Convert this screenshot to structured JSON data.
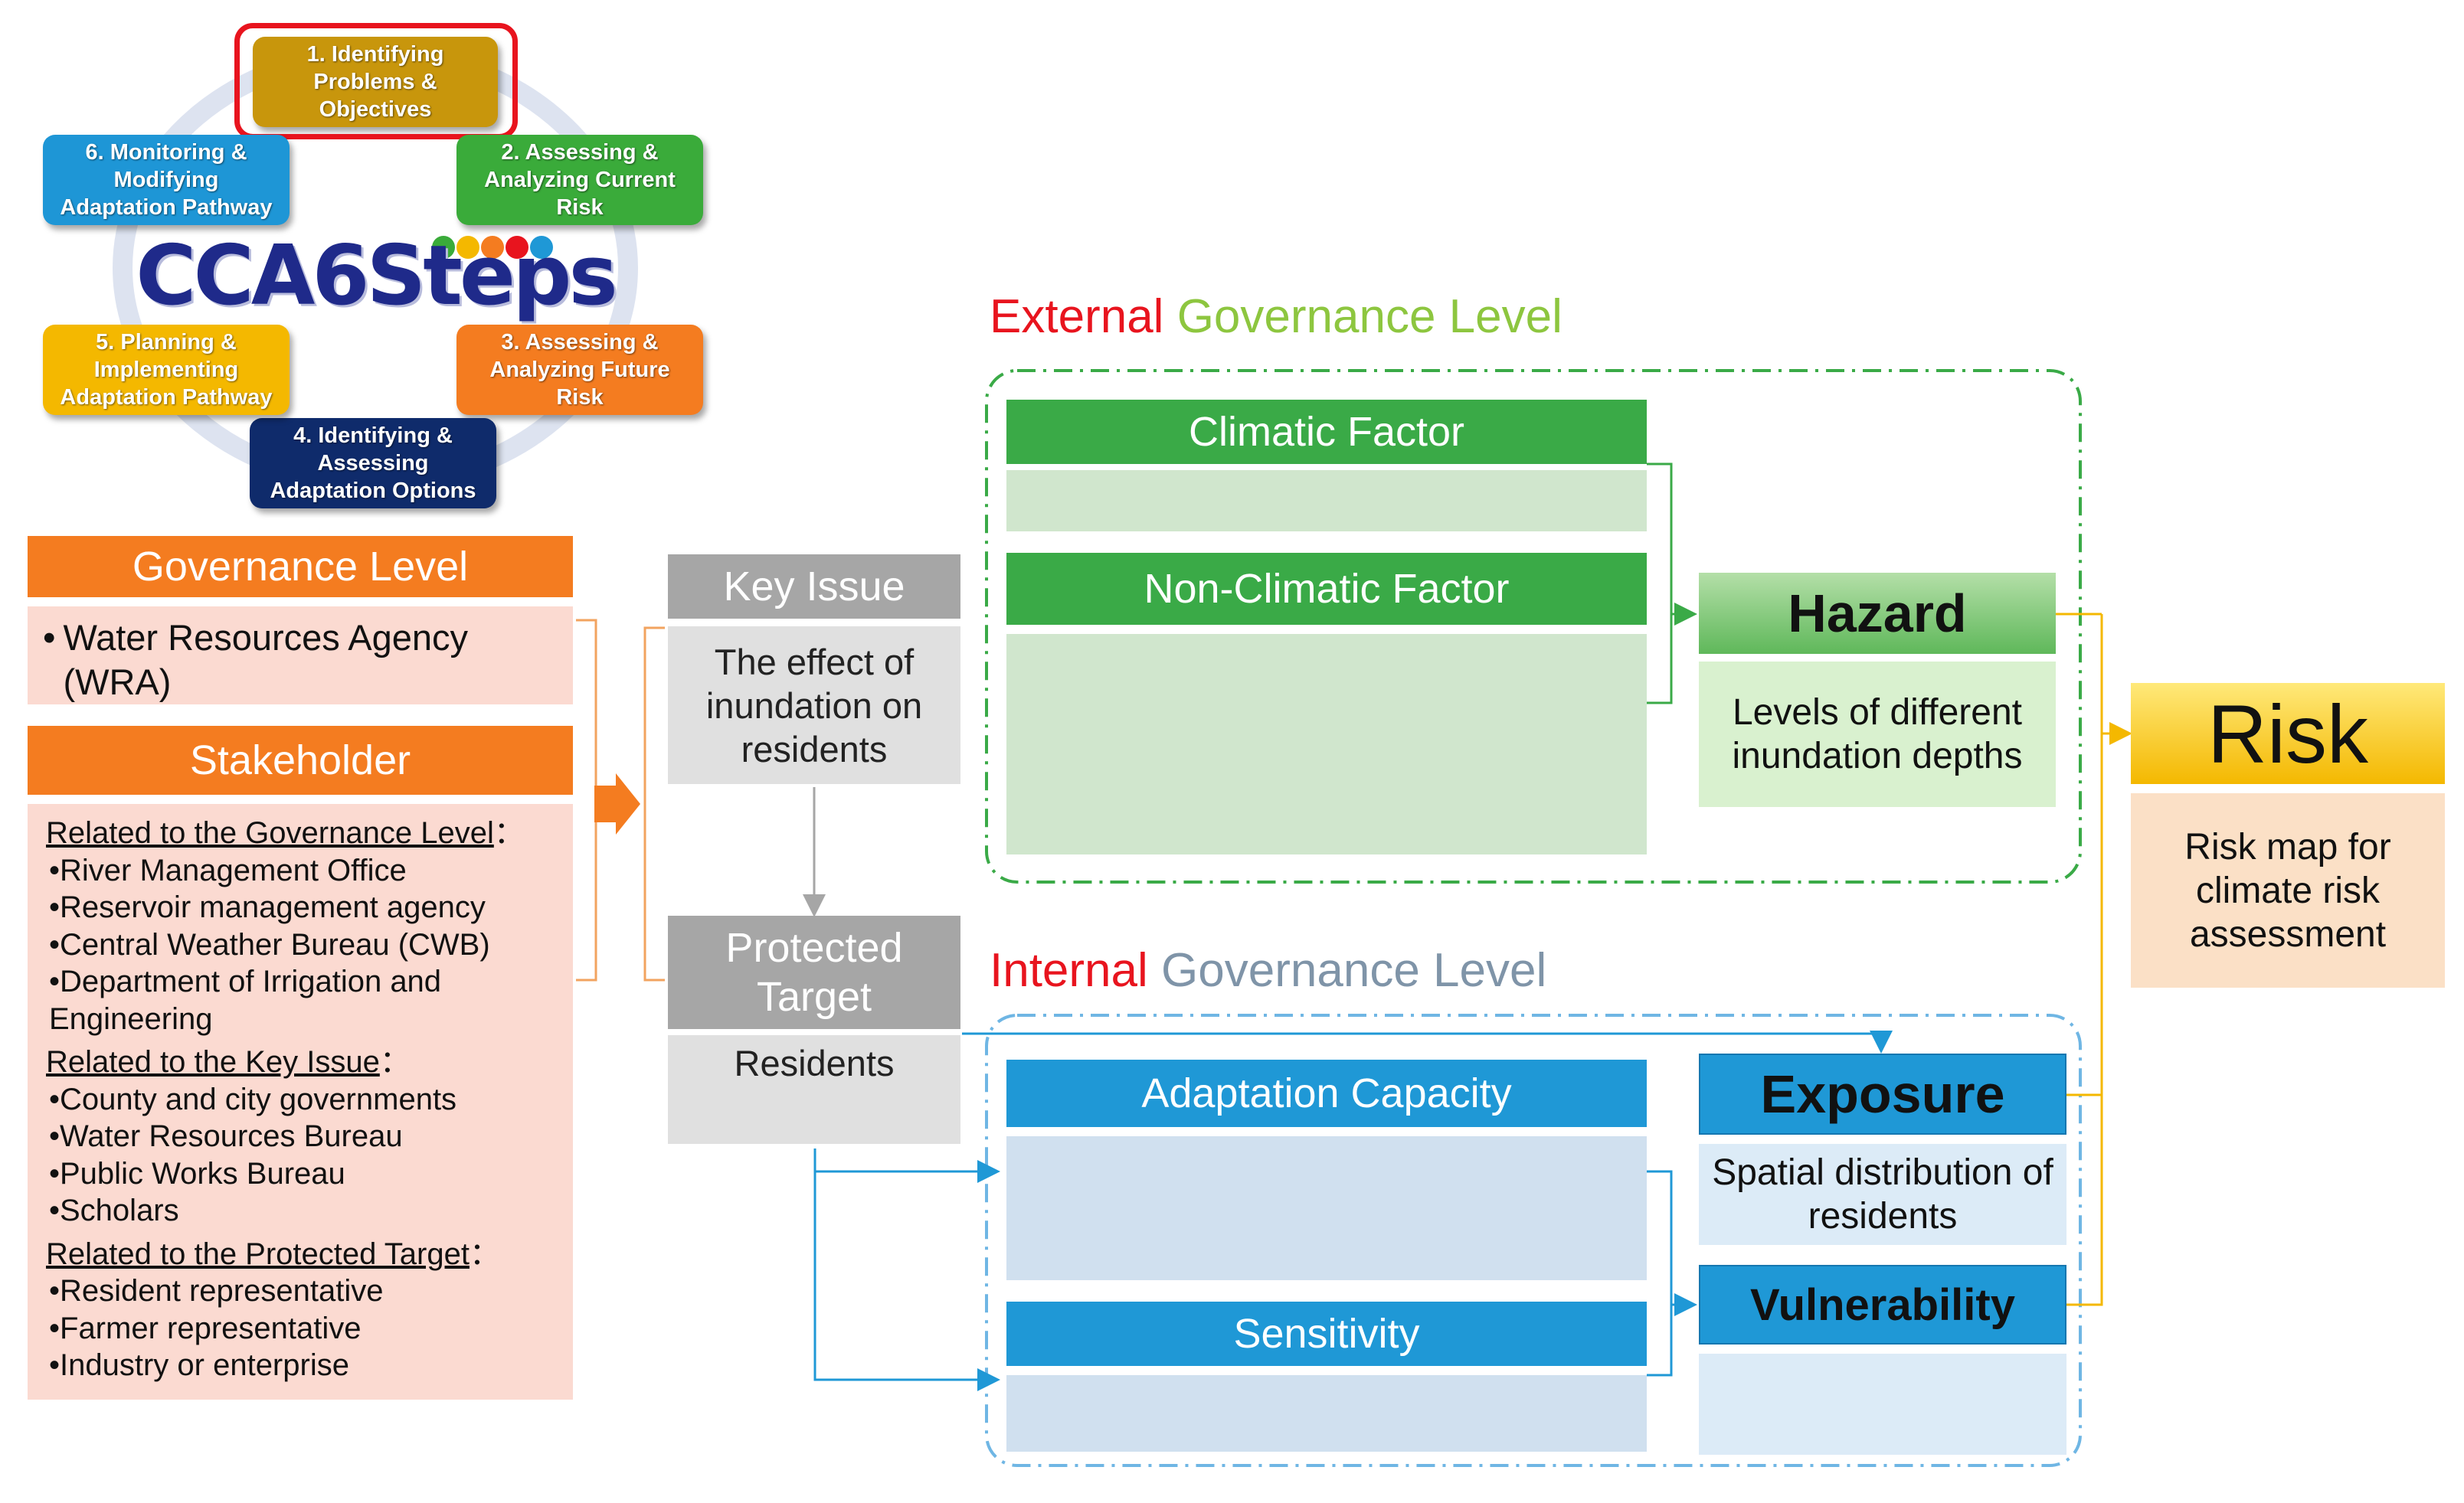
{
  "steps": [
    {
      "label": "1. Identifying\nProblems &\nObjectives",
      "color": "#c8960c"
    },
    {
      "label": "2. Assessing &\nAnalyzing Current\nRisk",
      "color": "#3aab3a"
    },
    {
      "label": "3. Assessing &\nAnalyzing Future\nRisk",
      "color": "#f47c20"
    },
    {
      "label": "4. Identifying &\nAssessing\nAdaptation Options",
      "color": "#0f2b6b"
    },
    {
      "label": "5. Planning &\nImplementing\nAdaptation Pathway",
      "color": "#f4b800"
    },
    {
      "label": "6. Monitoring &\nModifying\nAdaptation Pathway",
      "color": "#1e96d6"
    }
  ],
  "highlight_color": "#e8141e",
  "logo": {
    "text": "CCA6Steps",
    "dot_colors": [
      "#3aab3a",
      "#f4b800",
      "#f47c20",
      "#e8141e",
      "#1f98d6",
      "#6a3aa6",
      "#0f2b6b"
    ]
  },
  "governance": {
    "title": "Governance Level",
    "item": "Water Resources Agency (WRA)"
  },
  "stakeholder": {
    "title": "Stakeholder",
    "groups": [
      {
        "heading": "Related to the Governance Level",
        "colon": "：",
        "items": [
          "•River Management Office",
          "•Reservoir management agency",
          "•Central Weather Bureau (CWB)",
          "•Department of Irrigation and Engineering"
        ]
      },
      {
        "heading": "Related to the Key Issue",
        "colon": "：",
        "items": [
          "•County and city governments",
          "•Water Resources Bureau",
          "•Public Works Bureau",
          "•Scholars"
        ]
      },
      {
        "heading": "Related to the Protected Target",
        "colon": "：",
        "items": [
          "•Resident representative",
          "•Farmer representative",
          "•Industry or enterprise"
        ]
      }
    ]
  },
  "key_issue": {
    "title": "Key Issue",
    "text": "The effect of inundation on residents"
  },
  "protected_target": {
    "title": "Protected Target",
    "text": "Residents"
  },
  "external": {
    "word1": "External",
    "word2": "Governance Level"
  },
  "internal": {
    "word1": "Internal",
    "word2": "Governance Level"
  },
  "factors": {
    "climatic": "Climatic Factor",
    "non_climatic": "Non-Climatic Factor",
    "adaptation": "Adaptation Capacity",
    "sensitivity": "Sensitivity"
  },
  "hazard": {
    "title": "Hazard",
    "text": "Levels of different inundation depths"
  },
  "exposure": {
    "title": "Exposure",
    "text": "Spatial distribution of residents"
  },
  "vulnerability": {
    "title": "Vulnerability"
  },
  "risk": {
    "title": "Risk",
    "text": "Risk map for climate risk assessment"
  },
  "colors": {
    "red": "#e8141e",
    "green": "#8dc63f",
    "steel": "#7f94a8",
    "orange": "#f47c20",
    "blue": "#1f98d6",
    "gold": "#f4b800"
  }
}
